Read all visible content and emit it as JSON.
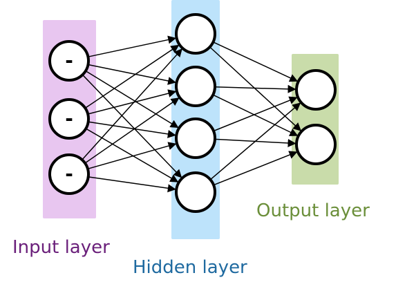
{
  "diagram": {
    "layers": [
      {
        "id": "input",
        "label": "Input layer",
        "label_color": "#6a1f7a",
        "band_color": "#e8c6f0",
        "node_count": 3,
        "node_text": "-"
      },
      {
        "id": "hidden",
        "label": "Hidden layer",
        "label_color": "#1f6aa0",
        "band_color": "#bde3fb",
        "node_count": 4,
        "node_text": ""
      },
      {
        "id": "output",
        "label": "Output layer",
        "label_color": "#6b8f3a",
        "band_color": "#c9dcaa",
        "node_count": 2,
        "node_text": ""
      }
    ],
    "connections": "fully-connected",
    "edge_color": "#000000",
    "node_stroke_color": "#000000",
    "node_fill_color": "#ffffff"
  }
}
